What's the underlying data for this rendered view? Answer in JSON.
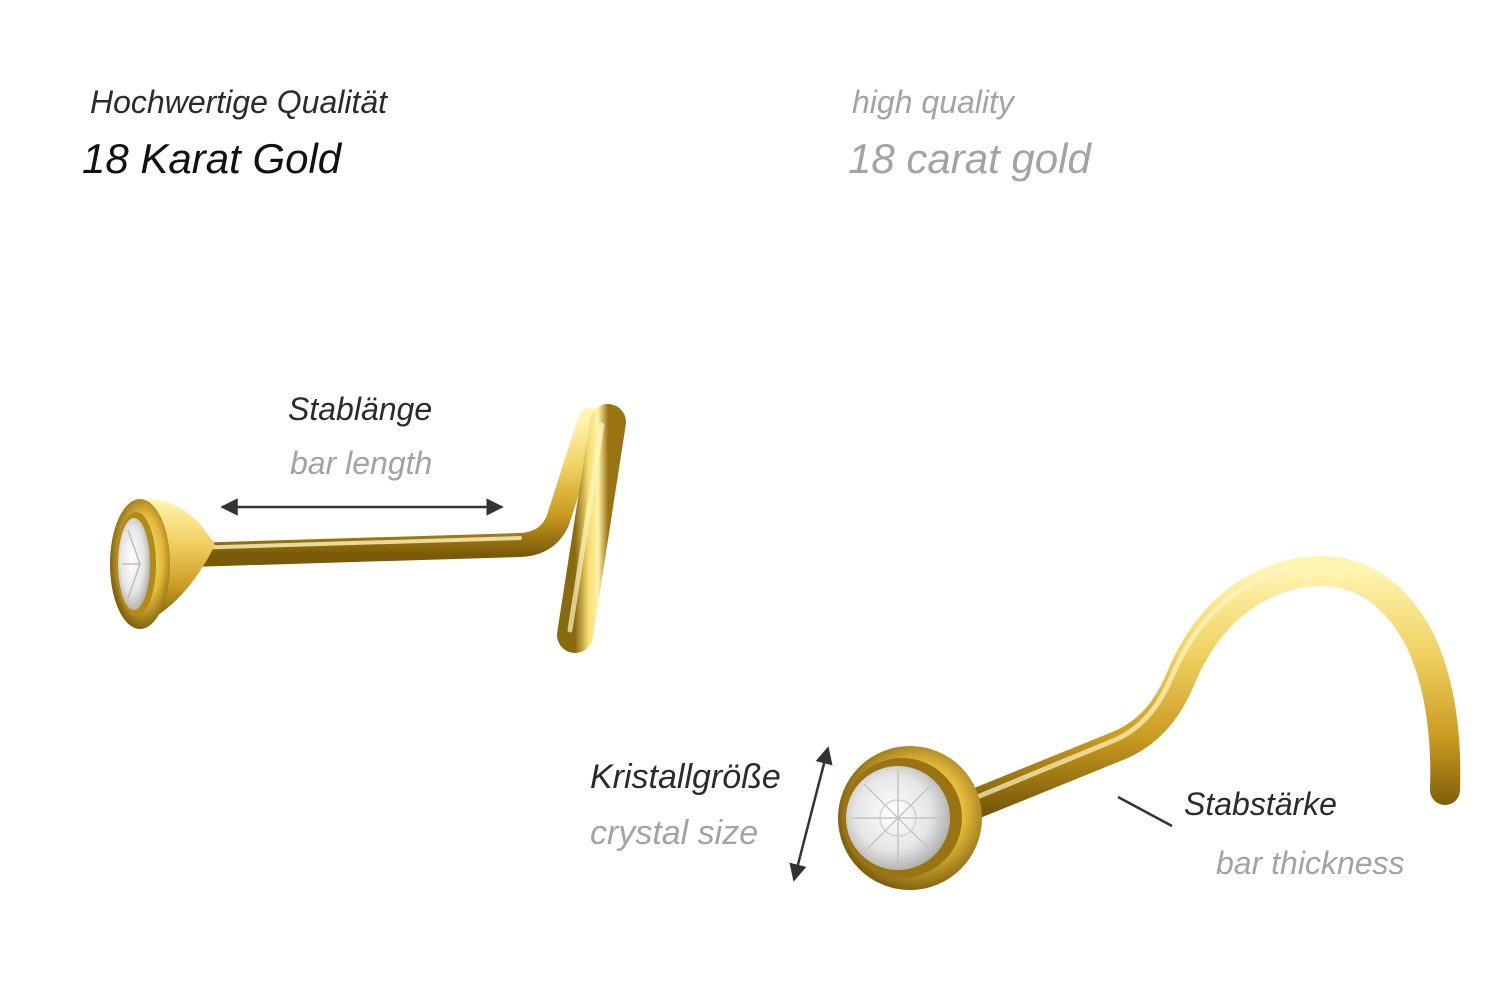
{
  "header": {
    "de_quality": "Hochwertige Qualität",
    "de_material": "18 Karat Gold",
    "en_quality": "high quality",
    "en_material": "18 carat gold"
  },
  "labels": {
    "bar_length_de": "Stablänge",
    "bar_length_en": "bar length",
    "crystal_size_de": "Kristallgröße",
    "crystal_size_en": "crystal size",
    "bar_thickness_de": "Stabstärke",
    "bar_thickness_en": "bar thickness"
  },
  "colors": {
    "gold_light": "#fff2a8",
    "gold_mid": "#e8c340",
    "gold_dark": "#8a6a10",
    "annotation_line": "#333333",
    "text_dark": "#2b2b2b",
    "text_light": "#a3a3a3"
  }
}
